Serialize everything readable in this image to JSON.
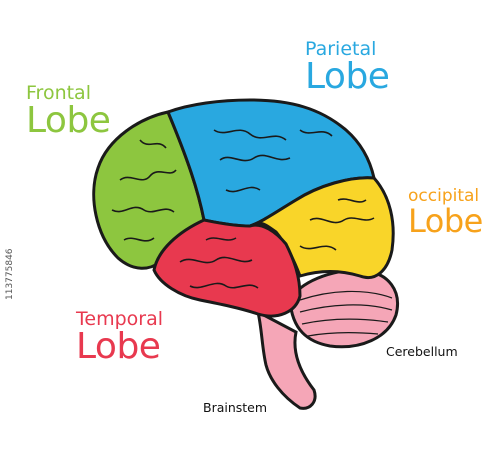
{
  "labels": {
    "frontal": {
      "line1": "Frontal",
      "line2": "Lobe"
    },
    "parietal": {
      "line1": "Parietal",
      "line2": "Lobe"
    },
    "occipital": {
      "line1": "occipital",
      "line2": "Lobe"
    },
    "temporal": {
      "line1": "Temporal",
      "line2": "Lobe"
    },
    "cerebellum": "Cerebellum",
    "brainstem": "Brainstem"
  },
  "watermark": "113775846",
  "colors": {
    "frontal": "#8dc63f",
    "frontal_text": "#8dc63f",
    "parietal": "#29a8e0",
    "parietal_text": "#29a8e0",
    "occipital": "#f9d529",
    "occipital_text": "#f7a21b",
    "temporal": "#e8394f",
    "temporal_text": "#e8394f",
    "cerebellum": "#f5a6b7",
    "brainstem": "#f5a6b7",
    "outline": "#1a1a1a"
  }
}
